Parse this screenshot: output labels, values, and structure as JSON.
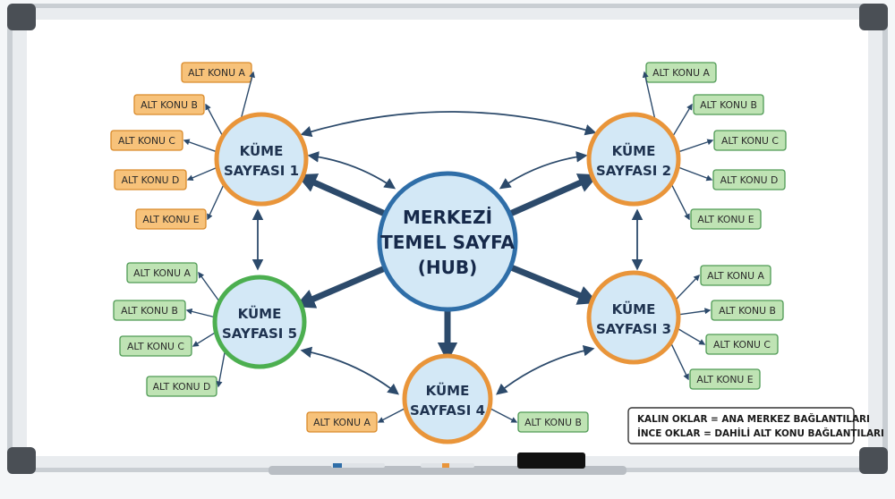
{
  "hub": {
    "lines": [
      "MERKEZİ",
      "TEMEL SAYFA",
      "(HUB)"
    ]
  },
  "clusters": [
    {
      "id": "k1",
      "lines": [
        "KÜME",
        "SAYFASI 1"
      ],
      "accent": "#e9953a"
    },
    {
      "id": "k2",
      "lines": [
        "KÜME",
        "SAYFASI 2"
      ],
      "accent": "#e9953a"
    },
    {
      "id": "k3",
      "lines": [
        "KÜME",
        "SAYFASI 3"
      ],
      "accent": "#e9953a"
    },
    {
      "id": "k4",
      "lines": [
        "KÜME",
        "SAYFASI 4"
      ],
      "accent": "#e9953a"
    },
    {
      "id": "k5",
      "lines": [
        "KÜME",
        "SAYFASI 5"
      ],
      "accent": "#4caf50"
    }
  ],
  "subtopics": {
    "k1": [
      "ALT KONU A",
      "ALT KONU B",
      "ALT KONU C",
      "ALT KONU D",
      "ALT KONU E"
    ],
    "k2": [
      "ALT KONU A",
      "ALT KONU B",
      "ALT KONU C",
      "ALT KONU D",
      "ALT KONU E"
    ],
    "k3": [
      "ALT KONU A",
      "ALT KONU B",
      "ALT KONU C",
      "ALT KONU E"
    ],
    "k4": [
      "ALT KONU A",
      "ALT KONU B"
    ],
    "k5": [
      "ALT KONU A",
      "ALT KONU B",
      "ALT KONU C",
      "ALT KONU D"
    ]
  },
  "legend": {
    "line1": "KALIN OKLAR = ANA MERKEZ BAĞLANTILARI",
    "line2": "İNCE OKLAR = DAHİLİ ALT KONU BAĞLANTILARI"
  },
  "colors": {
    "orange_fill": "#f7c27a",
    "orange_stroke": "#d98a2b",
    "green_fill": "#bfe3b4",
    "green_stroke": "#4f9a55",
    "circle_fill": "#d3e8f6",
    "hub_stroke": "#2f6ea8",
    "arrow": "#2c4a6b"
  }
}
